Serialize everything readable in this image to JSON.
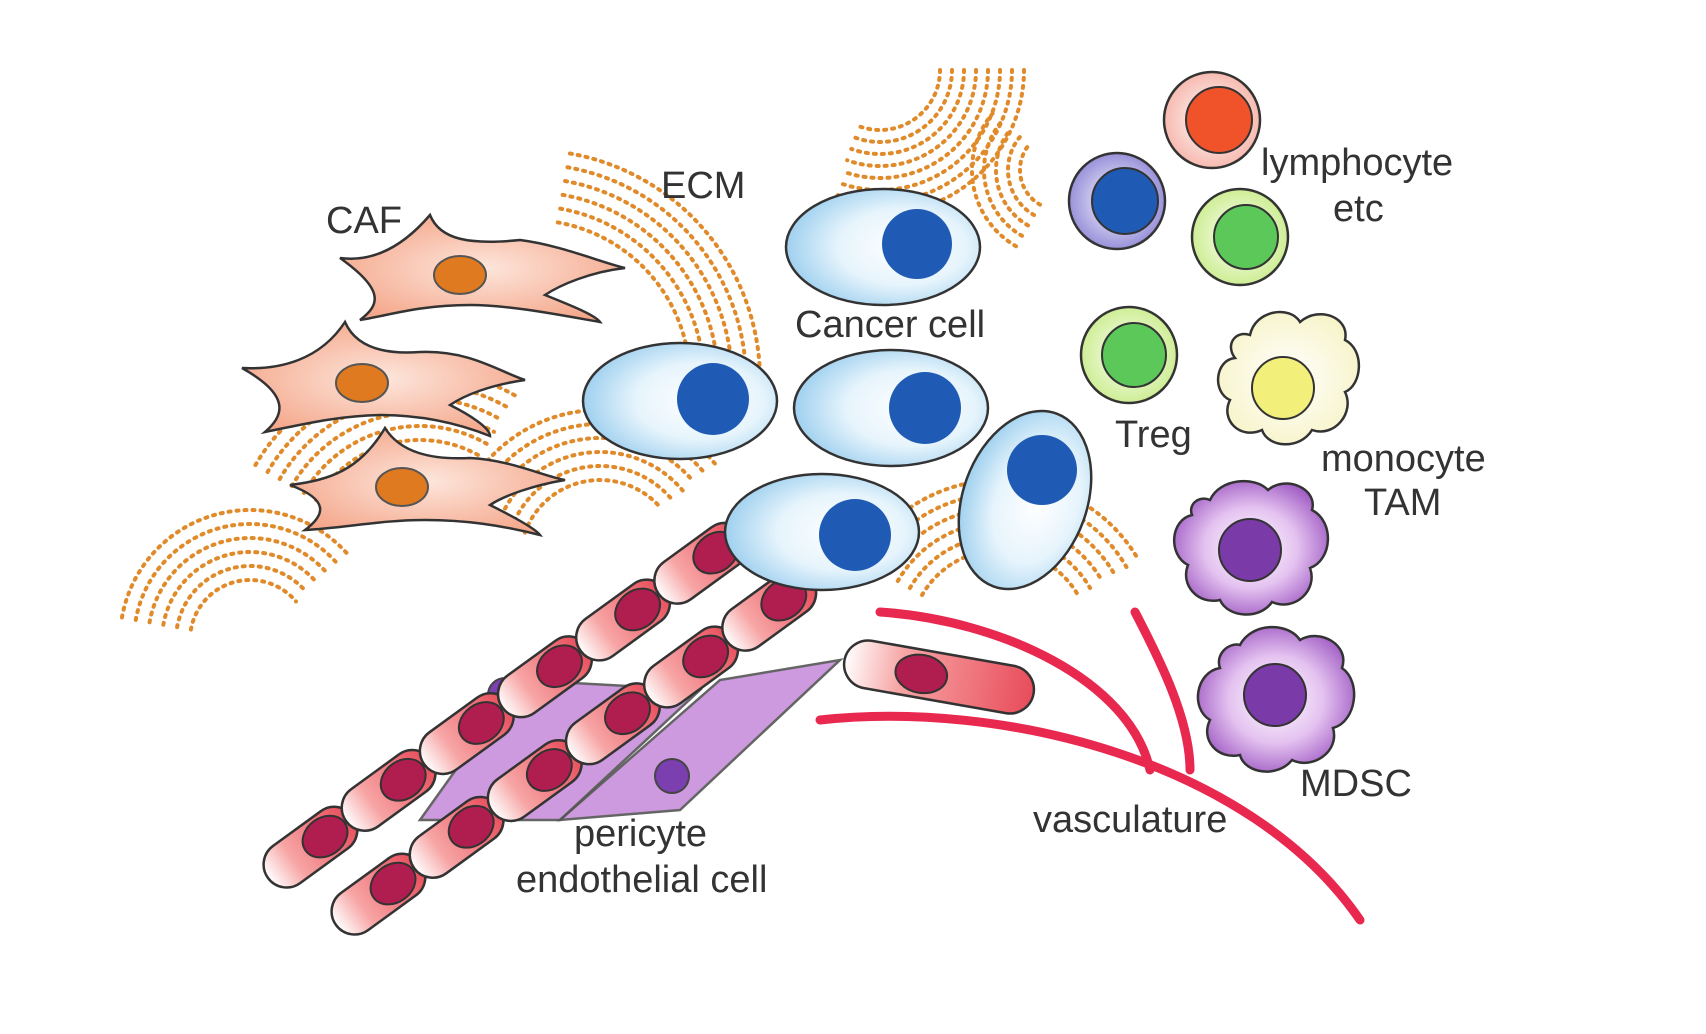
{
  "labels": {
    "caf": "CAF",
    "ecm": "ECM",
    "cancer_cell": "Cancer cell",
    "lymphocyte": "lymphocyte",
    "etc": "etc",
    "treg": "Treg",
    "monocyte": "monocyte",
    "tam": "TAM",
    "mdsc": "MDSC",
    "vasculature": "vasculature",
    "pericyte": "pericyte",
    "endothelial_cell": "endothelial cell"
  },
  "colors": {
    "caf_body": "#f7b39a",
    "caf_nucleus": "#e07a20",
    "ecm_fiber": "#e08a2a",
    "cancer_body": "#cde8f7",
    "cancer_nucleus": "#1f5bb5",
    "lymphocyte_red": "#f0522a",
    "lymphocyte_blue": "#1f5bb5",
    "lymphocyte_green": "#5cc85a",
    "treg": "#5cc85a",
    "monocyte": "#f2f07a",
    "tam_mdsc": "#7a3aa8",
    "vessel": "#e8284f",
    "endothelial": "#f47a7a",
    "endothelial_nucleus": "#b01e50",
    "pericyte": "#b77ad0"
  }
}
